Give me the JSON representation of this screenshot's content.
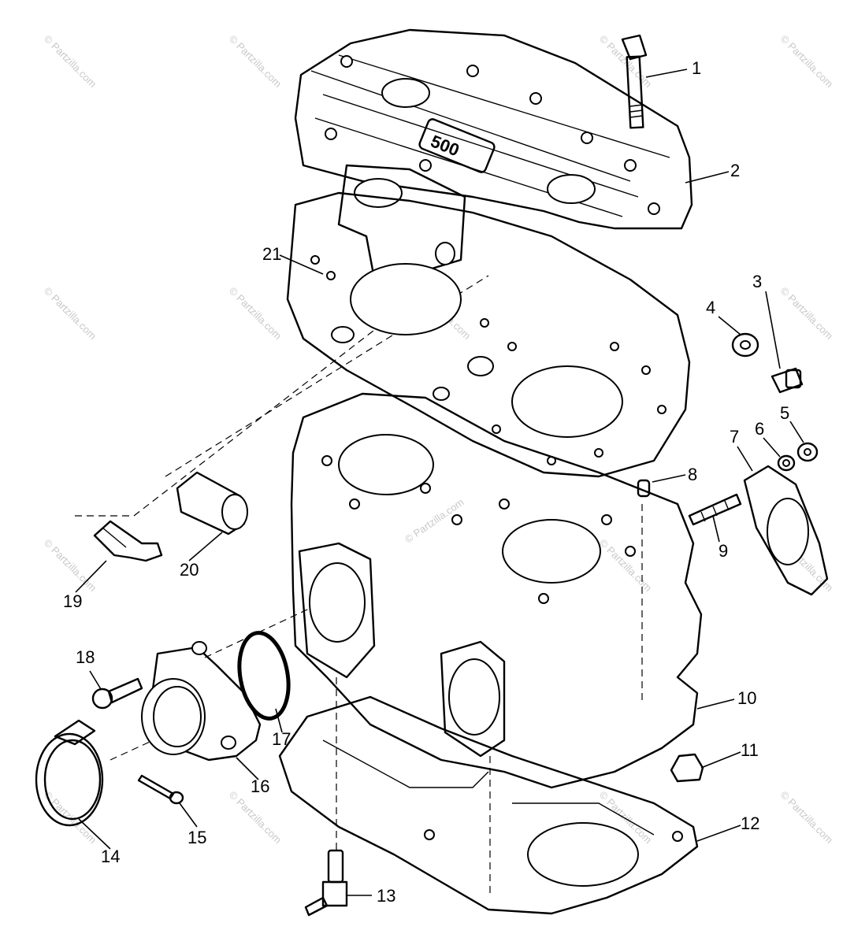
{
  "watermark": "© Partzilla.com",
  "head_marking": "500",
  "callouts": [
    "1",
    "2",
    "3",
    "4",
    "5",
    "6",
    "7",
    "8",
    "9",
    "10",
    "11",
    "12",
    "13",
    "14",
    "15",
    "16",
    "17",
    "18",
    "19",
    "20",
    "21"
  ]
}
